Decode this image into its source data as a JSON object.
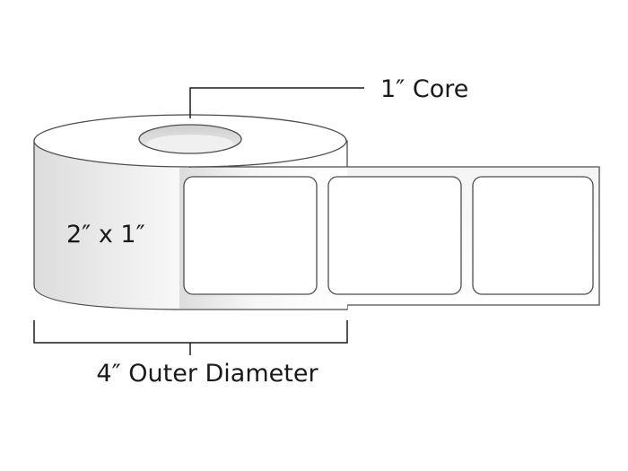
{
  "labels": {
    "core": "1″ Core",
    "size": "2″ x 1″",
    "outer_diameter": "4″ Outer Diameter"
  },
  "roll": {
    "label_count_visible": 3
  },
  "colors": {
    "outline": "#4d4d4d",
    "roll_shade_light": "#ffffff",
    "roll_shade_dark": "#d6d6d6",
    "core_fill": "#e4e4e4",
    "line": "#1a1a1a"
  }
}
